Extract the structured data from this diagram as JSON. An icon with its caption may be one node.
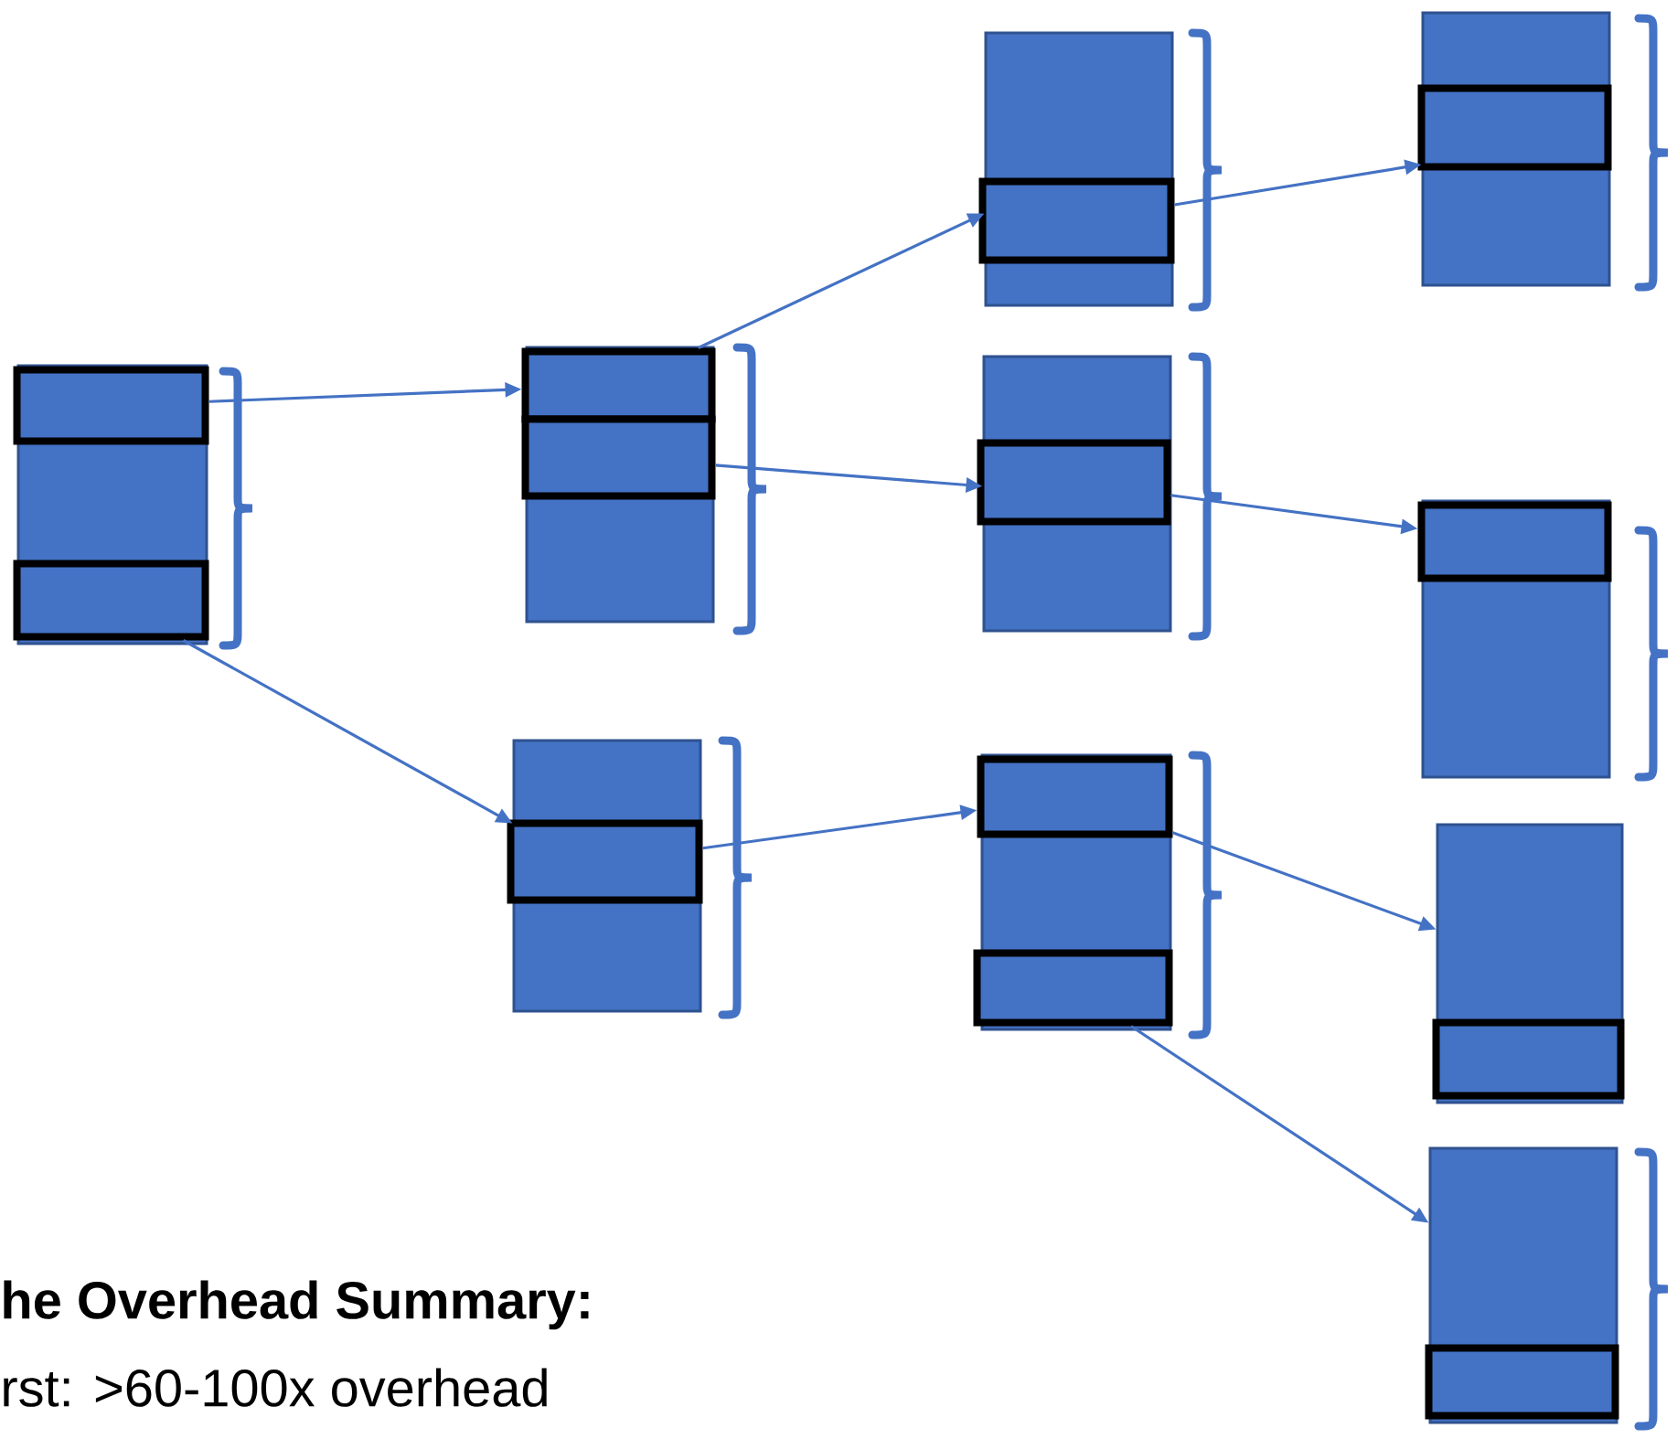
{
  "diagram": {
    "title": "he Overhead Summary:",
    "nodes": [
      {
        "text": [],
        "shape": "box"
      },
      {
        "text": [],
        "shape": "box",
        "in": 0
      },
      {
        "text": [],
        "shape": "box",
        "in": 0
      },
      {
        "text": [],
        "shape": "box"
      },
      {
        "text": [],
        "shape": "box",
        "in": 3
      },
      {
        "text": [],
        "shape": "box",
        "in": 3
      },
      {
        "text": [],
        "shape": "box"
      },
      {
        "text": [],
        "shape": "box",
        "in": 6
      },
      {
        "text": [],
        "shape": "box"
      },
      {
        "text": [],
        "shape": "box",
        "in": 8
      },
      {
        "text": [],
        "shape": "box"
      },
      {
        "text": [],
        "shape": "box",
        "in": 10
      },
      {
        "text": [],
        "shape": "box"
      },
      {
        "text": [],
        "shape": "box",
        "in": 12
      },
      {
        "text": [],
        "shape": "box",
        "in": 12
      },
      {
        "text": [],
        "shape": "box"
      },
      {
        "text": [],
        "shape": "box",
        "in": 15
      },
      {
        "text": [],
        "shape": "box"
      },
      {
        "text": [],
        "shape": "box",
        "in": 17
      },
      {
        "text": [],
        "shape": "box"
      },
      {
        "text": [],
        "shape": "box",
        "in": 19
      },
      {
        "text": [],
        "shape": "box"
      },
      {
        "text": [],
        "shape": "box",
        "in": 21
      }
    ],
    "edges": [
      {
        "from": 1,
        "to": 4,
        "arrow": "to"
      },
      {
        "from": 2,
        "to": 6,
        "arrow": "to"
      },
      {
        "from": 4,
        "to": 8,
        "arrow": "to"
      },
      {
        "from": 5,
        "to": 10,
        "arrow": "to"
      },
      {
        "from": 7,
        "to": 13,
        "arrow": "to"
      },
      {
        "from": 9,
        "to": 15,
        "arrow": "to"
      },
      {
        "from": 11,
        "to": 18,
        "arrow": "to"
      },
      {
        "from": 13,
        "to": 19,
        "arrow": "to"
      },
      {
        "from": 14,
        "to": 21,
        "arrow": "to"
      }
    ],
    "labels": [
      "rst: >60-100x overhead"
    ]
  }
}
